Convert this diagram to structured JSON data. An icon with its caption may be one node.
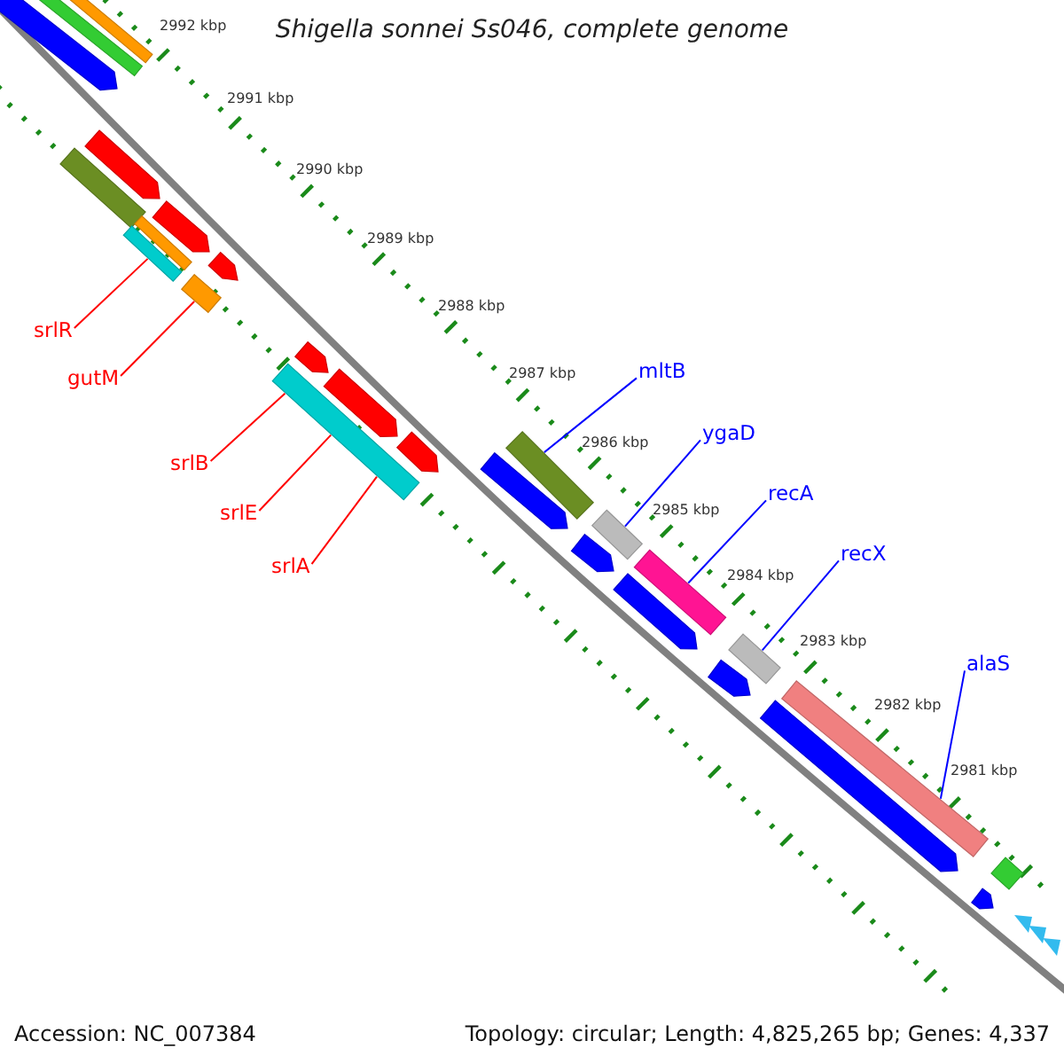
{
  "diagram": {
    "title": "Shigella sonnei Ss046, complete genome",
    "nodes": [
      {
        "text": [
          "srlR"
        ]
      },
      {
        "text": [
          "gutM"
        ]
      },
      {
        "text": [
          "srlB"
        ]
      },
      {
        "text": [
          "srlE"
        ]
      },
      {
        "text": [
          "srlA"
        ]
      },
      {
        "text": [
          "mltB"
        ]
      },
      {
        "text": [
          "ygaD"
        ]
      },
      {
        "text": [
          "recA"
        ]
      },
      {
        "text": [
          "recX"
        ]
      },
      {
        "text": [
          "alaS"
        ]
      },
      {
        "text": [],
        "shape": "arrow"
      },
      {
        "text": [],
        "shape": "bar"
      },
      {
        "text": [],
        "shape": "bar"
      },
      {
        "text": [],
        "shape": "bar"
      },
      {
        "text": [],
        "shape": "arrow"
      },
      {
        "text": [],
        "shape": "arrow"
      },
      {
        "text": [],
        "shape": "arrow"
      },
      {
        "text": [],
        "shape": "bar"
      },
      {
        "text": [],
        "shape": "bar"
      },
      {
        "text": [],
        "shape": "bar"
      },
      {
        "text": [],
        "shape": "arrow"
      },
      {
        "text": [],
        "shape": "arrow"
      },
      {
        "text": [],
        "shape": "arrow"
      },
      {
        "text": [],
        "shape": "bar"
      },
      {
        "text": [],
        "shape": "bar"
      },
      {
        "text": [],
        "shape": "arrow"
      },
      {
        "text": [],
        "shape": "bar"
      },
      {
        "text": [],
        "shape": "arrow"
      },
      {
        "text": [],
        "shape": "bar"
      },
      {
        "text": [],
        "shape": "arrow"
      },
      {
        "text": [],
        "shape": "bar"
      },
      {
        "text": [],
        "shape": "arrow"
      },
      {
        "text": [],
        "shape": "bar"
      },
      {
        "text": [],
        "shape": "arrow"
      },
      {
        "text": [],
        "shape": "bar"
      },
      {
        "text": [],
        "shape": "arrow"
      }
    ],
    "edges": [
      {
        "from": 0,
        "to": 18,
        "arrow": "none",
        "color": "#ff0000"
      },
      {
        "from": 1,
        "to": 19,
        "arrow": "none",
        "color": "#ff0000"
      },
      {
        "from": 2,
        "to": 23,
        "arrow": "none",
        "color": "#ff0000"
      },
      {
        "from": 3,
        "to": 23,
        "arrow": "none",
        "color": "#ff0000"
      },
      {
        "from": 4,
        "to": 23,
        "arrow": "none",
        "color": "#ff0000"
      },
      {
        "from": 5,
        "to": 24,
        "arrow": "none",
        "color": "#0000ff"
      },
      {
        "from": 6,
        "to": 26,
        "arrow": "none",
        "color": "#0000ff"
      },
      {
        "from": 7,
        "to": 28,
        "arrow": "none",
        "color": "#0000ff"
      },
      {
        "from": 8,
        "to": 30,
        "arrow": "none",
        "color": "#0000ff"
      },
      {
        "from": 9,
        "to": 32,
        "arrow": "none",
        "color": "#0000ff"
      }
    ],
    "labels": [
      "2992 kbp",
      "2991 kbp",
      "2990 kbp",
      "2989 kbp",
      "2988 kbp",
      "2987 kbp",
      "2986 kbp",
      "2985 kbp",
      "2984 kbp",
      "2983 kbp",
      "2982 kbp",
      "2981 kbp",
      "Accession: NC_007384",
      "Topology: circular; Length: 4,825,265 bp; Genes: 4,337"
    ]
  }
}
